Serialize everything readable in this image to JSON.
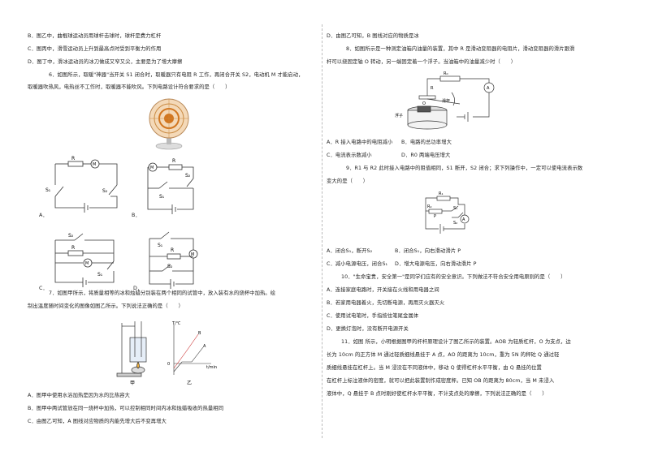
{
  "left": {
    "q3_opt_b": "B．图乙中，曲棍球运动员用球杆击球时，球杆是费力杠杆",
    "q3_opt_c": "C．图丙中，滑雪运动员上升到最高点时受到平衡力的作用",
    "q3_opt_d": "D．图丁中，滑冰运动员的冰刀做成又窄又尖，主要是为了增大摩擦",
    "q6_line1": "6．如图所示，取暖\"神器\"当开关 S1 闭合时，取暖器只有电阻 R 工作，再闭合开关 S2，电动机 M 才能启动，",
    "q6_line2": "取暖器吹热风，电热丝不工作时，取暖器不能吹风。下列电路设计符合要求的是（　　）",
    "q6_labels": {
      "a": "A．",
      "b": "B．",
      "c": "C．",
      "d": "D．"
    },
    "q7_line1": "7．如图甲所示，将质量相等的冰和烛蜡分别装在两个相同的试管中，放入装有水的烧杯中加热。绘",
    "q7_line2": "制出温度随时间变化的图像如图乙所示。下列说法正确的是（　　）",
    "q7_fig_labels": {
      "jia": "甲",
      "yi": "乙"
    },
    "q7_opt_a": "A．图甲中使用水浴加热是因为水的比热容大",
    "q7_opt_b": "B．图甲中两试管放在同一烧杯中加热，可以控制相同时间内冰和烛蜡吸收的热量相同",
    "q7_opt_c": "C．由图乙可知，A 图线对应物质的内能先增大后不变再增大"
  },
  "right": {
    "q7_opt_d": "D．由图乙可知，B 图线对应的物质是冰",
    "q8_line1": "8．如图所示是一种测定油箱内油量的装置，其中 R 是滑动变阻器的电阻片，滑动变阻器的滑片跟滑",
    "q8_line2": "杆可以绕固定轴 O 转动，另一端固定着一个浮子。当油箱中的油量减少时（　　）",
    "q8_opt_a": "A．R 接入电路中的电阻减小",
    "q8_opt_b": "B．电路的总功率增大",
    "q8_opt_c": "C．电流表示数减小",
    "q8_opt_d": "D．R0 两端电压增大",
    "q8_fig_labels": {
      "fuzi": "浮子",
      "huagan": "滑杆",
      "o": "O",
      "r0": "R₀",
      "r": "R"
    },
    "q9_line1": "9．R1 与 R2 此时接入电路中的阻值相同，S1 断开，S2 闭合；求下列操作中，一定可以使电流表示数",
    "q9_line2": "变大的是（　　）",
    "q9_opt_a": "A．闭合S₁，断开S₂",
    "q9_opt_b": "B．闭合S₁，向右滑动滑片 P",
    "q9_opt_c": "C．减小电源电压，闭合S₁",
    "q9_opt_d": "D．增大电源电压，向右滑动滑片 P",
    "q10_line1": "10．\"生命宝贵，安全第一\"是同学们应有的安全意识。下列做法不符合安全用电原则的是（　　）",
    "q10_opt_a": "A．连接家庭电路时，开关接在火线和用电器之间",
    "q10_opt_b": "B．若家用电器着火，先切断电源，再用灭火器灭火",
    "q10_opt_c": "C．使用试电笔时，手指按住笔尾金属体",
    "q10_opt_d": "D．更换灯泡时，没有断开电源开关",
    "q11_line1": "11．如图 所示，小明根据图甲的杆杆原理设计了图乙所示的装置。AOB 为轻质杠杆，O 为支点，边",
    "q11_line2": "长为 10cm 的正方体 M 通过轻质细线悬挂于 A 点，AO 的距离为 10cm，重为 5N 的秤砣 Q 通过轻",
    "q11_line3": "质细线悬挂在杠杆上。当 M 浸没在不同液体中，移动 Q 使得杠杆水平平衡，由 Q 悬挂的位置",
    "q11_line4": "在杠杆上标注液体的密度，就可以把此装置制作成密度秤。已知 OB 的距离为 80cm，当 M 未浸入",
    "q11_line5": "液体中，Q 悬挂于 B 点时刚好使杠杆水平平衡，不计支点处的摩擦，下列说法正确的是（　　）"
  },
  "colors": {
    "text": "#222222",
    "line": "#333333",
    "divider": "#bbbbbb",
    "heater": "#d2761f"
  }
}
